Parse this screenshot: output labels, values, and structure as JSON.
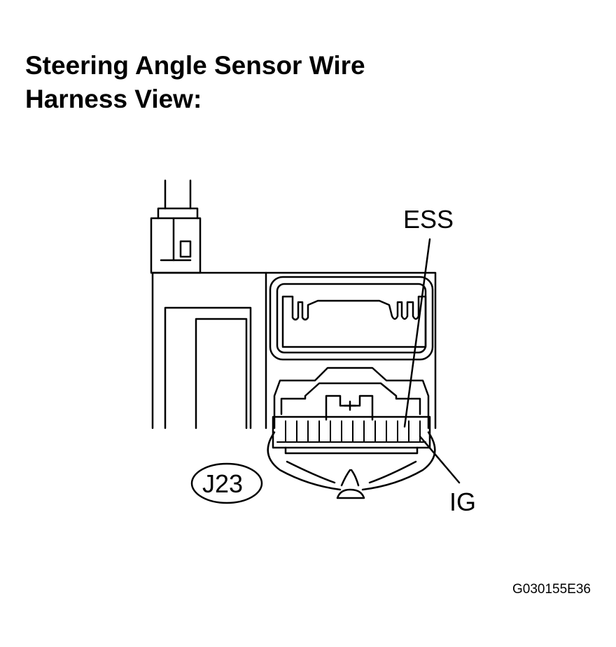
{
  "title": {
    "line1": "Steering Angle Sensor Wire",
    "line2": "Harness View:"
  },
  "callouts": {
    "ess": "ESS",
    "ig": "IG",
    "connector": "J23"
  },
  "figure_id": "G030155E36"
}
